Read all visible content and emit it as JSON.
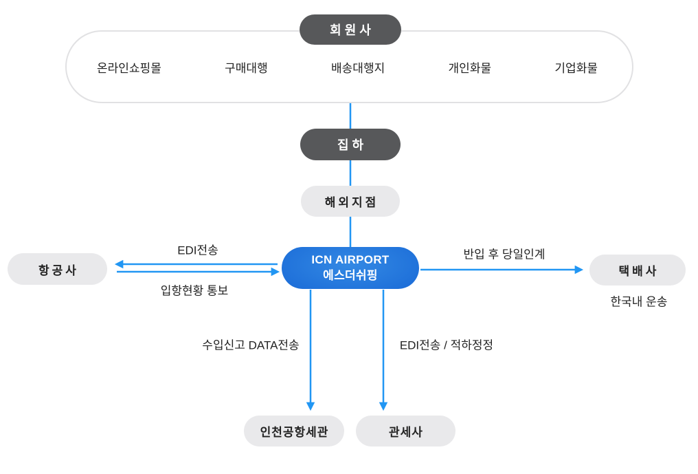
{
  "colors": {
    "arrow_blue": "#2196f3",
    "dark_badge": "#57585a",
    "gray_pill": "#e9e9eb",
    "center_pill_gradient_inner": "#3389e4",
    "center_pill_gradient_outer": "#0b53c8",
    "container_border": "#e1e1e3",
    "text_dark": "#222222"
  },
  "diagram": {
    "members_badge": "회원사",
    "member_types": [
      "온라인쇼핑몰",
      "구매대행",
      "배송대행지",
      "개인화물",
      "기업화물"
    ],
    "collection_badge": "집하",
    "overseas_branch": "해외지점",
    "center": {
      "line1": "ICN AIRPORT",
      "line2": "에스더쉬핑"
    },
    "airline": "항공사",
    "courier": "택배사",
    "courier_caption": "한국내 운송",
    "customs_office": "인천공항세관",
    "customs_broker": "관세사",
    "labels": {
      "edi_send": "EDI전송",
      "arrival_notice": "입항현황 통보",
      "handover": "반입 후 당일인계",
      "import_declaration": "수입신고 DATA전송",
      "edi_correction": "EDI전송 / 적하정정"
    }
  }
}
